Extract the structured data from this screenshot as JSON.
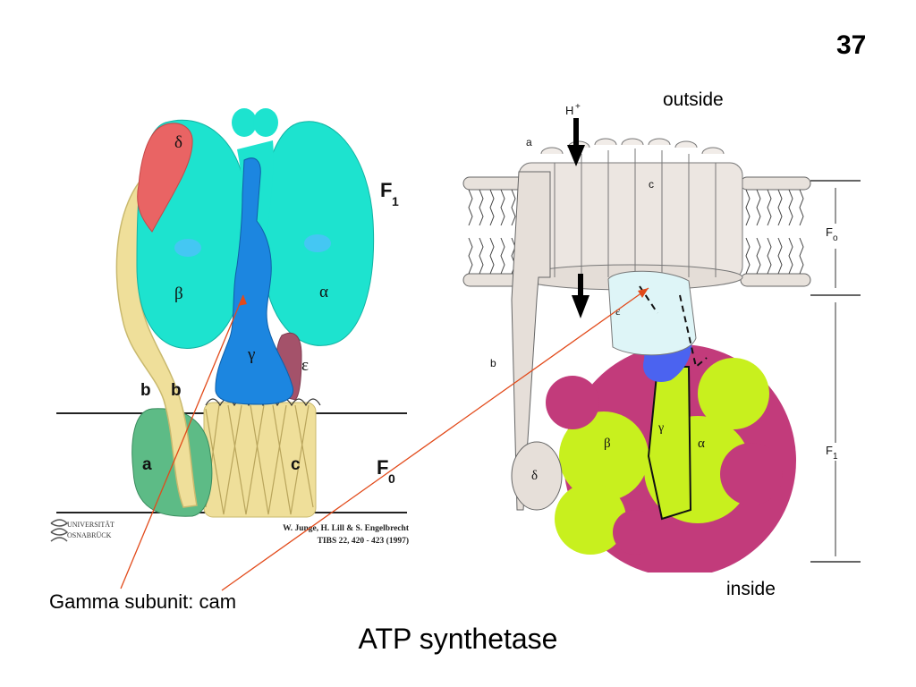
{
  "slide": {
    "number": "37",
    "title": "ATP synthetase",
    "caption": "Gamma subunit: cam",
    "outside_label": "outside",
    "inside_label": "inside"
  },
  "left_figure": {
    "delta": "δ",
    "beta": "β",
    "alpha": "α",
    "gamma": "γ",
    "epsilon": "ε",
    "b1": "b",
    "b2": "b",
    "a": "a",
    "c": "c",
    "f1_main": "F",
    "f1_sub": "1",
    "f0_main": "F",
    "f0_sub": "0",
    "logo_line1": "UNIVERSITÄT",
    "logo_line2": "OSNABRÜCK",
    "credit_line1": "W. Junge, H. Lill & S. Engelbrecht",
    "credit_line2": "TIBS 22, 420 - 423 (1997)"
  },
  "right_figure": {
    "proton_main": "H",
    "proton_sup": "+",
    "a": "a",
    "c": "c",
    "b": "b",
    "epsilon": "ε",
    "delta": "δ",
    "beta": "β",
    "gamma": "γ",
    "alpha": "α",
    "fo_main": "F",
    "fo_sub": "o",
    "f1_main": "F",
    "f1_sub": "1"
  },
  "colors": {
    "cyan": "#1de3cf",
    "blue": "#1c86e0",
    "red": "#e96464",
    "yellow": "#efdf9a",
    "green": "#5dbb86",
    "maroon": "#a4526a",
    "magenta": "#c23b7b",
    "lime": "#c8f01e",
    "pointer": "#e24a1a"
  }
}
